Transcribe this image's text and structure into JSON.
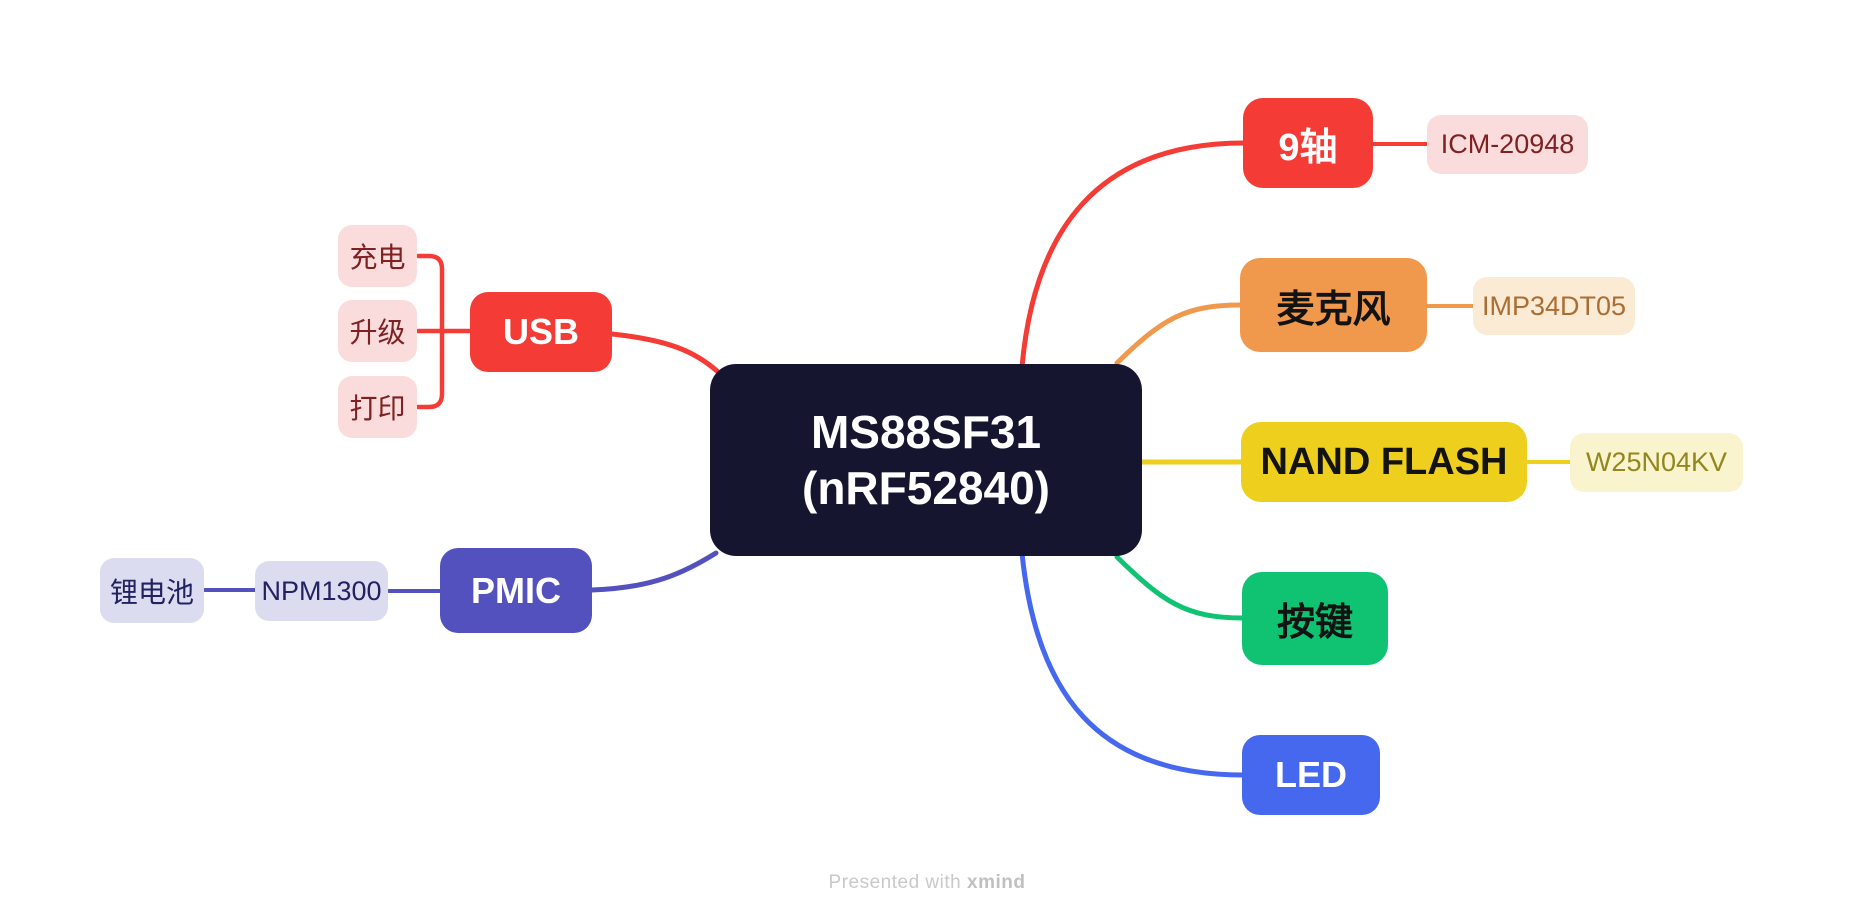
{
  "app": "xmind mind map",
  "footer": {
    "prefix": "Presented with ",
    "brand": "xmind"
  },
  "colors": {
    "red": "#F43B35",
    "red_light": "#FBDCDC",
    "red_dark_text": "#7D2122",
    "orange": "#F0994D",
    "orange_light": "#FBEBD4",
    "orange_dark_text": "#AA6D33",
    "yellow": "#EECF1E",
    "yellow_light": "#FAF4CE",
    "yellow_dark_text": "#91871C",
    "green": "#0FC373",
    "blue": "#4568EF",
    "indigo": "#5351BE",
    "indigo_light": "#DCDCF1",
    "indigo_dark_text": "#232261",
    "central_bg": "#161530",
    "central_text": "#FFFFFF",
    "footer_text": "#C9C9C9"
  },
  "mindmap": {
    "root": {
      "label": "MS88SF31 (nRF52840)",
      "line1": "MS88SF31",
      "line2": "(nRF52840)"
    },
    "branches": [
      {
        "label": "9轴",
        "side": "right",
        "color": "#F43B35",
        "children": [
          {
            "label": "ICM-20948"
          }
        ]
      },
      {
        "label": "麦克风",
        "side": "right",
        "color": "#F0994D",
        "children": [
          {
            "label": "IMP34DT05"
          }
        ]
      },
      {
        "label": "NAND FLASH",
        "side": "right",
        "color": "#EECF1E",
        "children": [
          {
            "label": "W25N04KV"
          }
        ]
      },
      {
        "label": "按键",
        "side": "right",
        "color": "#0FC373",
        "children": []
      },
      {
        "label": "LED",
        "side": "right",
        "color": "#4568EF",
        "children": []
      },
      {
        "label": "USB",
        "side": "left",
        "color": "#F43B35",
        "children": [
          {
            "label": "充电"
          },
          {
            "label": "升级"
          },
          {
            "label": "打印"
          }
        ]
      },
      {
        "label": "PMIC",
        "side": "left",
        "color": "#5351BE",
        "children": [
          {
            "label": "NPM1300",
            "children": [
              {
                "label": "锂电池"
              }
            ]
          }
        ]
      }
    ]
  }
}
